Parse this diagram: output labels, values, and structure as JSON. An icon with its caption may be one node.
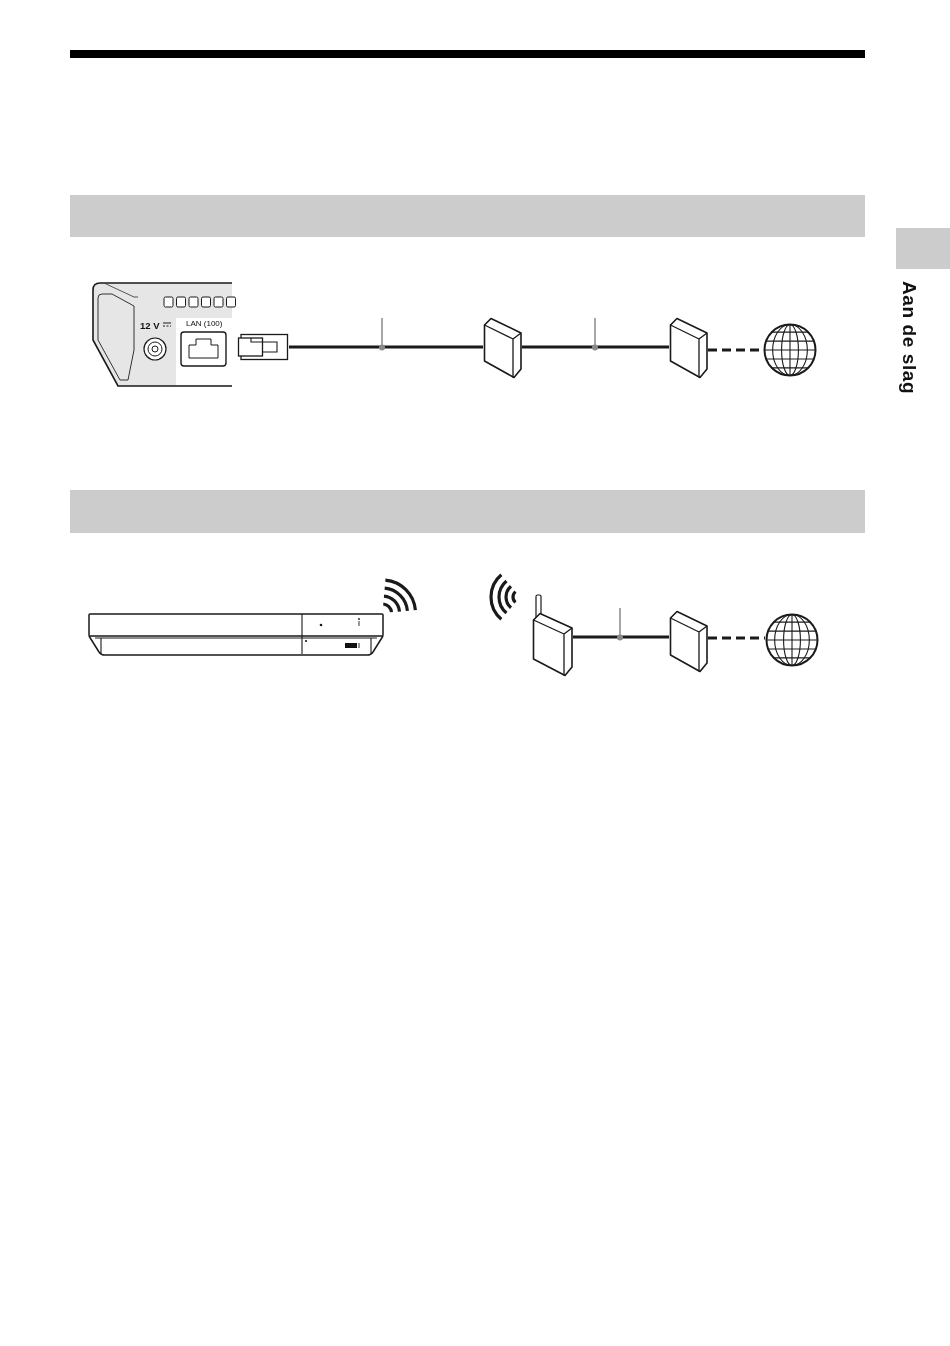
{
  "diagram": {
    "nodes": [
      {
        "text": [],
        "shape": "bar"
      },
      {
        "text": [],
        "shape": "picture"
      },
      {
        "text": [],
        "shape": "plug"
      },
      {
        "text": [],
        "shape": "box"
      },
      {
        "text": [],
        "shape": "box"
      },
      {
        "text": [],
        "shape": "globe"
      },
      {
        "text": [],
        "shape": "bar"
      },
      {
        "text": [],
        "shape": "picture"
      },
      {
        "text": [],
        "shape": "box"
      },
      {
        "text": [],
        "shape": "box"
      },
      {
        "text": [],
        "shape": "globe"
      }
    ],
    "edges": [
      {
        "from": 2,
        "to": 3,
        "arrow": "none"
      },
      {
        "from": 3,
        "to": 4,
        "arrow": "none"
      },
      {
        "from": 4,
        "to": 5,
        "arrow": "none",
        "style": "dashed"
      },
      {
        "from": 8,
        "to": 9,
        "arrow": "none"
      },
      {
        "from": 9,
        "to": 10,
        "arrow": "none",
        "style": "dashed"
      }
    ],
    "labels": [
      "12 V",
      "LAN (100)",
      "Aan de slag"
    ]
  }
}
